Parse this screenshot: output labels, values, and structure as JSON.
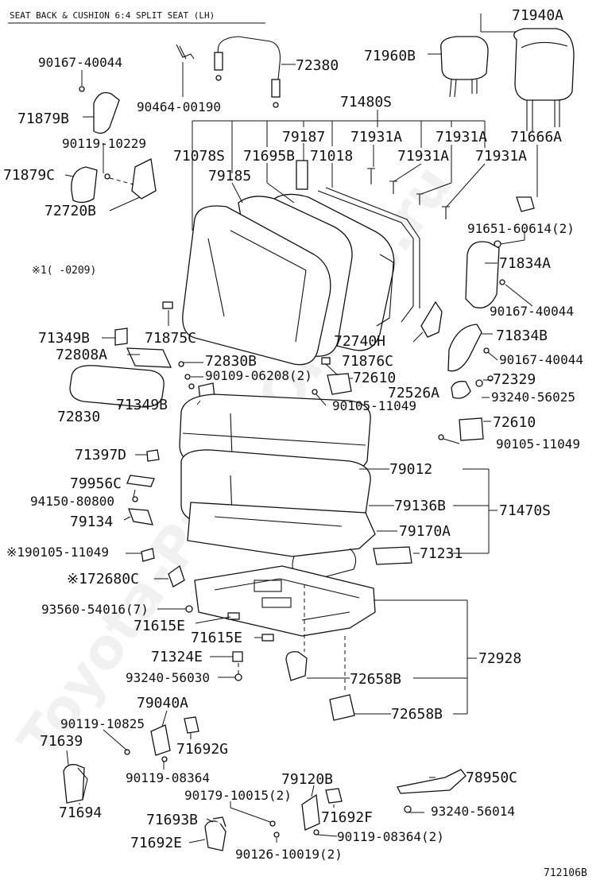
{
  "header": {
    "title": "SEAT BACK & CUSHION 6:4 SPLIT SEAT (LH)"
  },
  "footnote": "※1(     -0209)",
  "figure_code": "712106B",
  "watermark": "Toyota-Parts-Online.ru",
  "labels": {
    "p71940A": "71940A",
    "p71960B": "71960B",
    "p72380": "72380",
    "p90167_40044_a": "90167-40044",
    "p90464_00190": "90464-00190",
    "p71879B": "71879B",
    "p71480S": "71480S",
    "p90119_10229": "90119-10229",
    "p79187": "79187",
    "p71931A_1": "71931A",
    "p71931A_2": "71931A",
    "p71666A": "71666A",
    "p71078S": "71078S",
    "p71695B": "71695B",
    "p71018": "71018",
    "p71931A_3": "71931A",
    "p71931A_4": "71931A",
    "p71879C": "71879C",
    "p79185": "79185",
    "p72720B": "72720B",
    "p91651_60614": "91651-60614(2)",
    "p71834A": "71834A",
    "p90167_40044_b": "90167-40044",
    "p71834B": "71834B",
    "p71349B_1": "71349B",
    "p71875C": "71875C",
    "p72740H": "72740H",
    "p72808A": "72808A",
    "p90167_40044_c": "90167-40044",
    "p72830B": "72830B",
    "p71876C": "71876C",
    "p90109_06208": "90109-06208(2)",
    "p72610_1": "72610",
    "p72329": "72329",
    "p72526A": "72526A",
    "p93240_56025": "93240-56025",
    "p72830": "72830",
    "p71349B_2": "71349B",
    "p90105_11049_a": "90105-11049",
    "p72610_2": "72610",
    "p90105_11049_b": "90105-11049",
    "p71397D": "71397D",
    "p79012": "79012",
    "p79956C": "79956C",
    "p94150_80800": "94150-80800",
    "p79136B": "79136B",
    "p71470S": "71470S",
    "p79134": "79134",
    "p79170A": "79170A",
    "p90105_11049_c": "※190105-11049",
    "p71231": "71231",
    "p72680C": "※172680C",
    "p93560_54016": "93560-54016(7)",
    "p71615E_1": "71615E",
    "p71615E_2": "71615E",
    "p72928": "72928",
    "p71324E": "71324E",
    "p93240_56030": "93240-56030",
    "p72658B_1": "72658B",
    "p79040A": "79040A",
    "p72658B_2": "72658B",
    "p90119_10825": "90119-10825",
    "p71639": "71639",
    "p71692G": "71692G",
    "p90119_08364_a": "90119-08364",
    "p79120B": "79120B",
    "p78950C": "78950C",
    "p90179_10015": "90179-10015(2)",
    "p71694": "71694",
    "p93240_56014": "93240-56014",
    "p71692F": "71692F",
    "p71693B": "71693B",
    "p90119_08364_b": "90119-08364(2)",
    "p71692E": "71692E",
    "p90126_10019": "90126-10019(2)"
  }
}
